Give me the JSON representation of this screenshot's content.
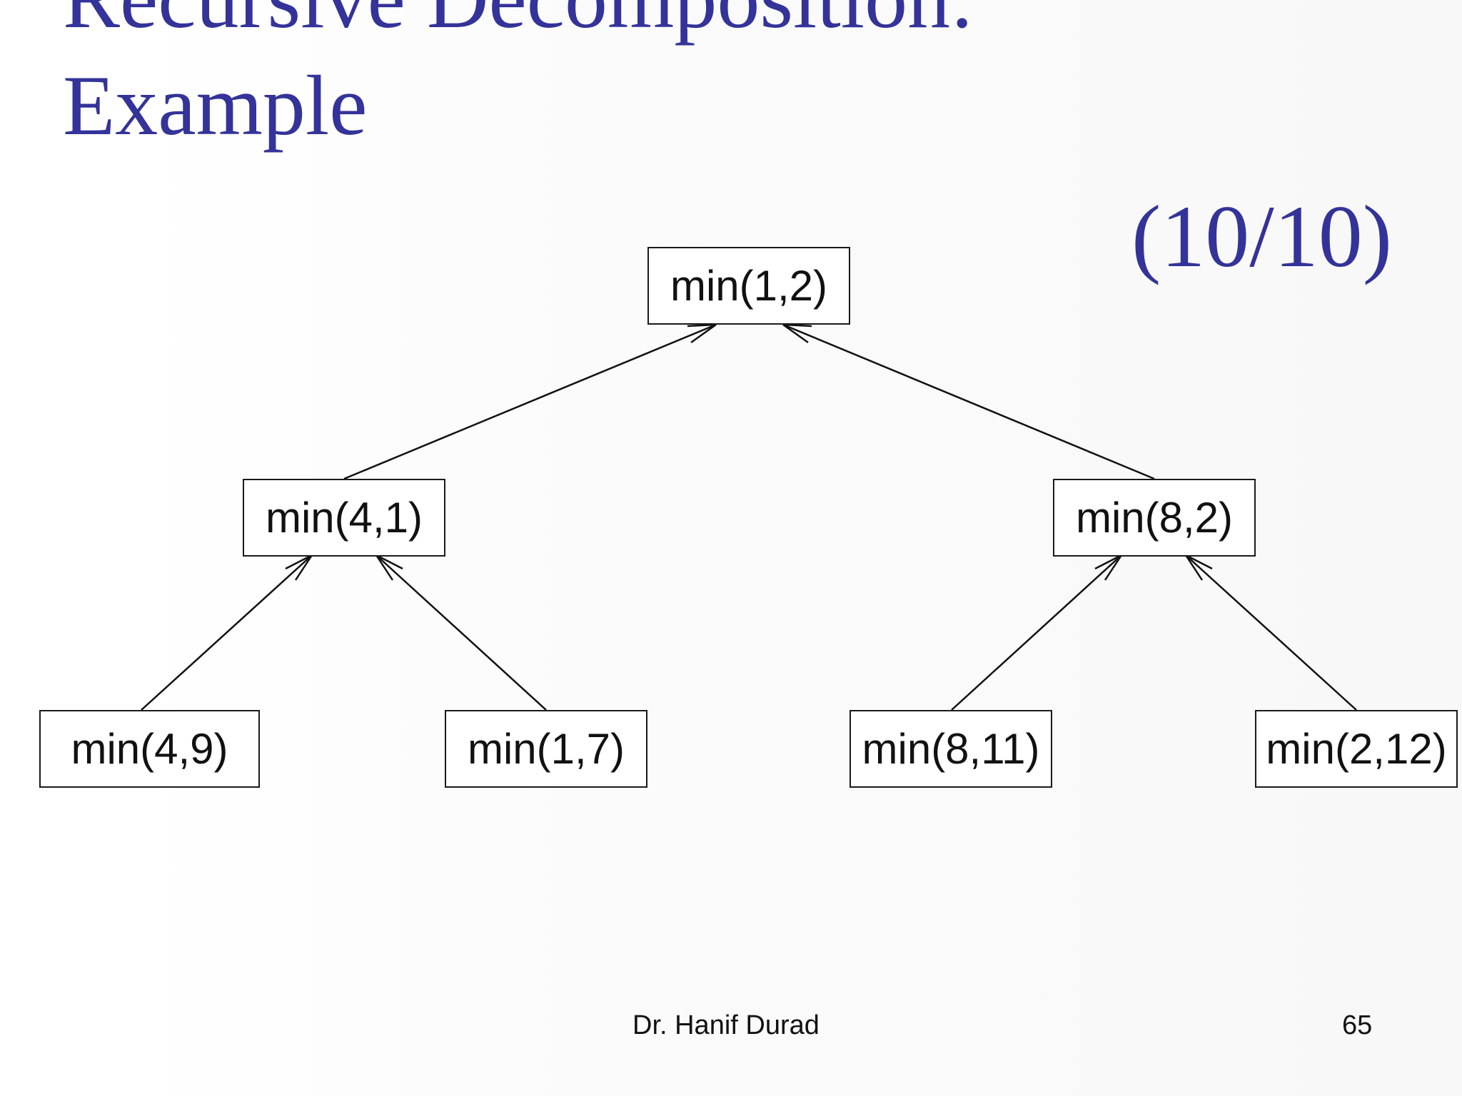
{
  "slide": {
    "title_line1": "Recursive Decomposition:",
    "title_line2": "Example",
    "page_counter": "(10/10)",
    "footer_author": "Dr. Hanif Durad",
    "page_number": "65",
    "accent_color": "#333399"
  },
  "diagram": {
    "nodes": [
      {
        "id": "root",
        "label": "min(1,2)"
      },
      {
        "id": "left",
        "label": "min(4,1)"
      },
      {
        "id": "right",
        "label": "min(8,2)"
      },
      {
        "id": "ll",
        "label": "min(4,9)"
      },
      {
        "id": "lr",
        "label": "min(1,7)"
      },
      {
        "id": "rl",
        "label": "min(8,11)"
      },
      {
        "id": "rr",
        "label": "min(2,12)"
      }
    ],
    "edges": [
      {
        "from": "left",
        "to": "root"
      },
      {
        "from": "right",
        "to": "root"
      },
      {
        "from": "ll",
        "to": "left"
      },
      {
        "from": "lr",
        "to": "left"
      },
      {
        "from": "rl",
        "to": "right"
      },
      {
        "from": "rr",
        "to": "right"
      }
    ]
  }
}
